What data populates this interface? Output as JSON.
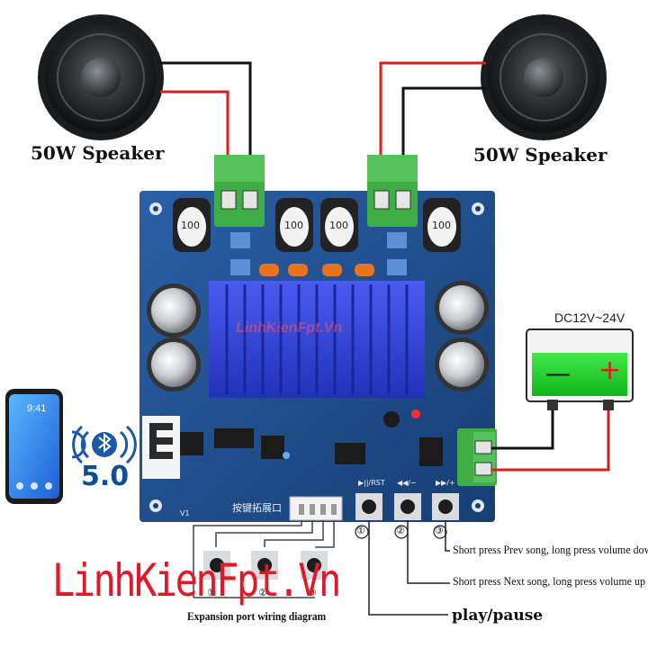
{
  "speakers": {
    "left_label": "50W Speaker",
    "right_label": "50W Speaker"
  },
  "power": {
    "label": "DC12V~24V",
    "minus": "—",
    "plus": "+"
  },
  "bluetooth": {
    "version": "5.0",
    "phone_time": "9:41"
  },
  "board": {
    "inductor_label": "100",
    "expansion_silk": "按键拓展口",
    "button_silk": [
      "▶||/RST",
      "◀◀/−",
      "▶▶/+"
    ],
    "watermark": "LinhKienFpt.Vn",
    "version_silk": "V1"
  },
  "buttons": {
    "markers": [
      "①",
      "②",
      "③"
    ],
    "notes": [
      "Short press Prev song, long press volume down",
      "Short press Next song, long press volume up",
      "play/pause"
    ]
  },
  "expansion": {
    "markers": [
      "①",
      "②",
      "③"
    ],
    "caption": "Expansion port wiring diagram"
  },
  "brand": "LinhKienFpt.Vn",
  "colors": {
    "pcb": "#1f4f8f",
    "heatsink": "#2b3fd8",
    "terminal": "#3fae45",
    "wire_red": "#d81e1e",
    "wire_black": "#111111",
    "battery": "#22d12a",
    "brand": "#e0182a"
  }
}
